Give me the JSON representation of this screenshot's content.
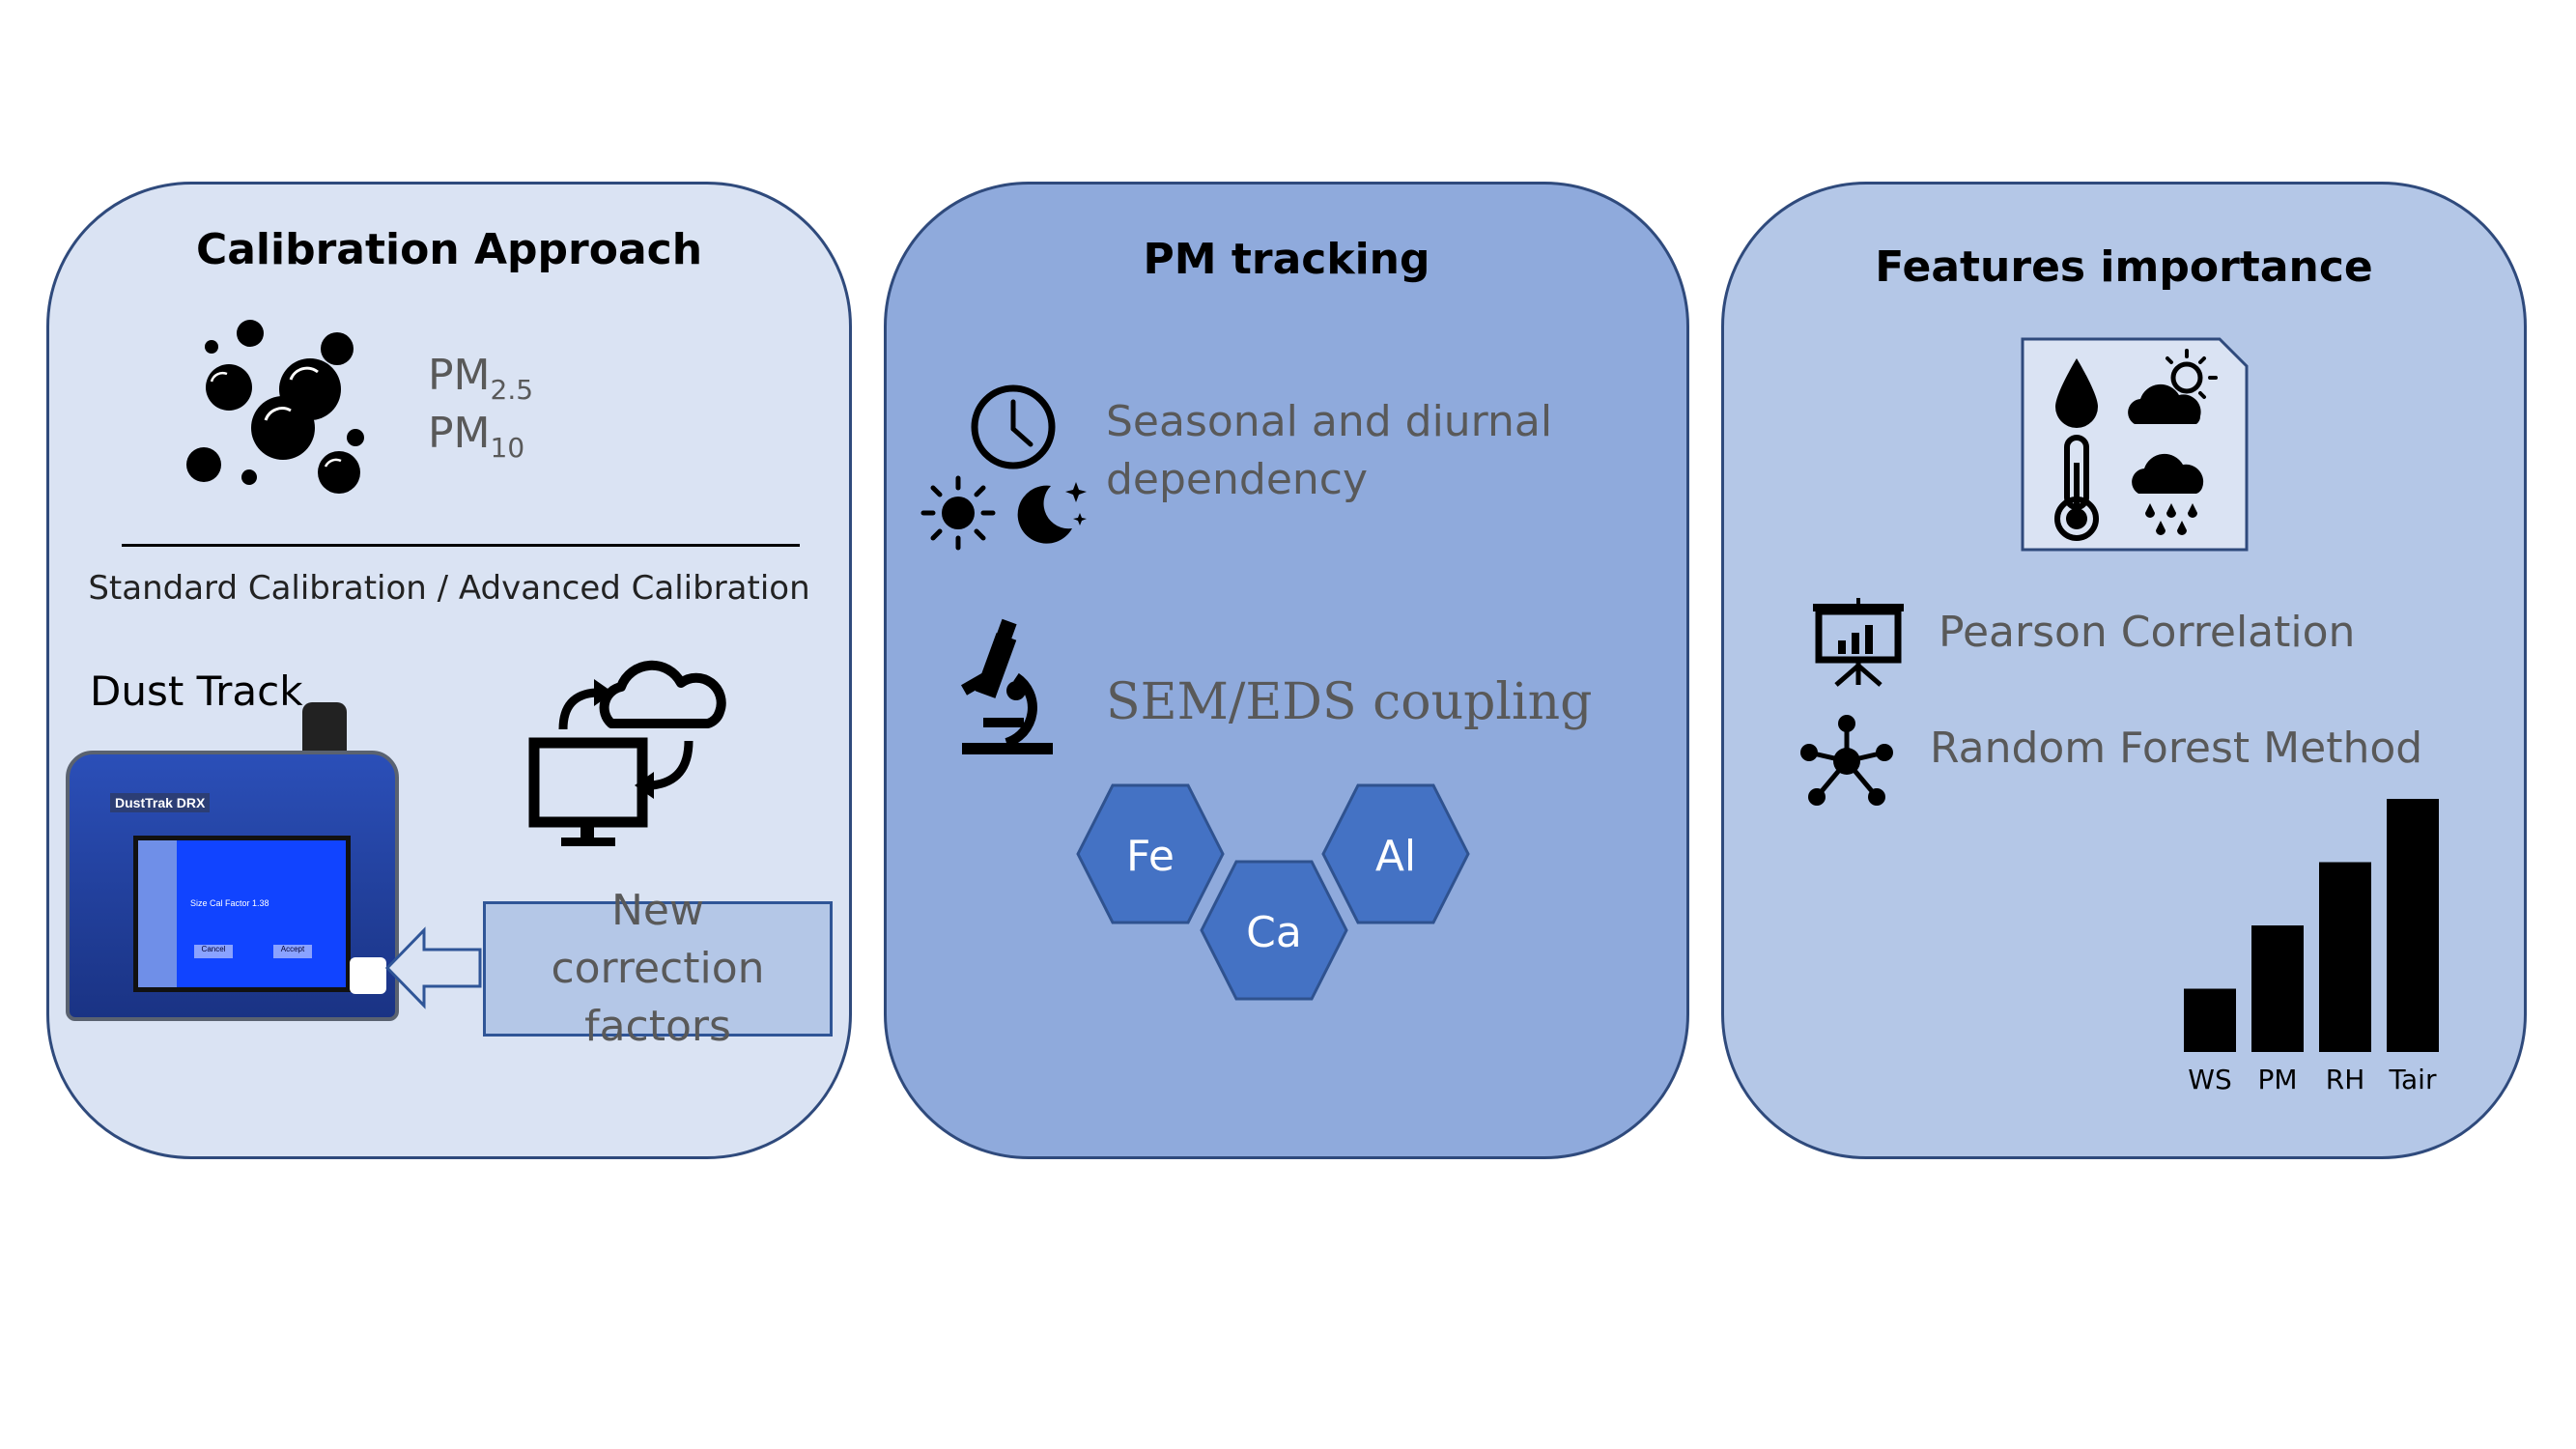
{
  "panels": [
    {
      "title": "Calibration Approach",
      "pm_labels": [
        {
          "base": "PM",
          "sub": "2.5"
        },
        {
          "base": "PM",
          "sub": "10"
        }
      ],
      "calibration_text": "Standard Calibration / Advanced Calibration",
      "device_label": "Dust Track",
      "device_brand": "DustTrak DRX",
      "device_screen_text": "Size Cal Factor 1.38",
      "device_buttons": [
        "Cancel",
        "Accept"
      ],
      "correction_text": "New correction factors"
    },
    {
      "title": "PM tracking",
      "item1": "Seasonal and diurnal dependency",
      "item2": "SEM/EDS coupling",
      "elements": [
        "Fe",
        "Ca",
        "Al"
      ]
    },
    {
      "title": "Features importance",
      "method1": "Pearson Correlation",
      "method2": "Random Forest Method",
      "chart_data": {
        "type": "bar",
        "categories": [
          "WS",
          "PM",
          "RH",
          "Tair"
        ],
        "values": [
          1,
          2,
          3,
          4
        ],
        "color": "#000000"
      }
    }
  ],
  "colors": {
    "panel1": "#dae3f3",
    "panel2": "#8faadc",
    "panel3": "#b4c7e7",
    "border": "#2f4a7c",
    "hexagon": "#4472c4",
    "device": "#1f3d99"
  }
}
